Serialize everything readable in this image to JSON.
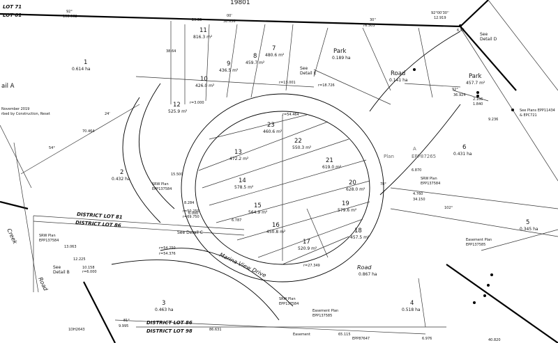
{
  "header": {
    "top_number": "19801",
    "lot71": "LOT 71",
    "lot81": "LOT 81",
    "top_dims": [
      "92°",
      "108.962",
      "00'",
      "38.636",
      "30''",
      "76.503",
      "92°00'30''",
      "12.919",
      "6.45"
    ]
  },
  "side_labels": {
    "ail_a": "ail A",
    "november": "November 2019",
    "disturbed": "rbed by Construction, Reset"
  },
  "lots": [
    {
      "num": "1",
      "area": "0.614 ha"
    },
    {
      "num": "2",
      "area": "0.432 ha"
    },
    {
      "num": "3",
      "area": "0.463 ha"
    },
    {
      "num": "4",
      "area": "0.518 ha"
    },
    {
      "num": "5",
      "area": "0.345 ha"
    },
    {
      "num": "6",
      "area": "0.431 ha"
    },
    {
      "num": "7",
      "area": "480.6 m²"
    },
    {
      "num": "8",
      "area": "459.7 m²"
    },
    {
      "num": "9",
      "area": "436.5 m²"
    },
    {
      "num": "10",
      "area": "426.0 m²"
    },
    {
      "num": "11",
      "area": "816.3 m²"
    },
    {
      "num": "12",
      "area": "525.9 m²"
    },
    {
      "num": "13",
      "area": "472.2 m²"
    },
    {
      "num": "14",
      "area": "578.5 m²"
    },
    {
      "num": "15",
      "area": "564.9 m²"
    },
    {
      "num": "16",
      "area": "450.8 m²"
    },
    {
      "num": "17",
      "area": "520.9 m²"
    },
    {
      "num": "18",
      "area": "457.5 m²"
    },
    {
      "num": "19",
      "area": "579.6 m²"
    },
    {
      "num": "20",
      "area": "628.0 m²"
    },
    {
      "num": "21",
      "area": "619.0 m²"
    },
    {
      "num": "22",
      "area": "550.3 m²"
    },
    {
      "num": "23",
      "area": "460.6 m²"
    }
  ],
  "parcels": {
    "park1": {
      "name": "Park",
      "area": "0.189 ha"
    },
    "park2": {
      "name": "Park",
      "area": "457.7 m²"
    },
    "road_top": {
      "name": "Road",
      "area": "0.141 ha"
    },
    "road_bottom": {
      "name": "Road",
      "area": "0.867 ha"
    },
    "plan_a": {
      "name": "Plan",
      "letter": "A",
      "number": "EPP87265"
    }
  },
  "details": {
    "d": "See\nDetail D",
    "e": "See\nDetail E",
    "c": "See Detail C",
    "b": "See\nDetail B"
  },
  "district": {
    "dl81_mid": "DISTRICT LOT 81",
    "dl86_mid": "DISTRICT LOT 86",
    "dl86_bottom": "DISTRICT LOT 86",
    "dl98_bottom": "DISTRICT LOT 98"
  },
  "streets": {
    "marina": "Marina View Drive",
    "creek": "Creek",
    "road": "Road"
  },
  "plans": {
    "srw1": "SRW Plan",
    "srw1_num": "EPP137584",
    "srw2": "SRW Plan",
    "srw2_num": "EPP137584",
    "srw3": "SRW Plan",
    "srw3_num": "EPP137584",
    "srw4": "SRW Plan",
    "srw4_num": "EPP137584",
    "easement1": "Easement Plan",
    "easement1_num": "EPP137585",
    "easement2": "Easement Plan",
    "easement2_num": "EPP137585",
    "easement3": "Easement",
    "easement3_num": "EPP87647",
    "see_plans": "See Plans EPP11434",
    "see_plans2": "& EPC721",
    "bottom_left": "1DH2643"
  },
  "dims": {
    "d1": "70.464",
    "d2": "54°",
    "d3": "24'",
    "d4": "38.64",
    "d5": "r=54.250",
    "d6": "r=54.376",
    "d7": "r=27.349",
    "d8": "r=18.726",
    "d9": "r=13.001",
    "d10": "r=3.000",
    "d11": "r=54.464",
    "d12": "r=50.250",
    "d13": "r=69.750",
    "d14": "6.787",
    "d15": "8.284",
    "d16": "6.000",
    "d17": "15.500",
    "d18": "6.870",
    "d19": "4.760",
    "d20": "34.150",
    "d21": "86.631",
    "d22": "65.115",
    "d23": "40.820",
    "d24": "6.976",
    "d25": "36.924",
    "d26": "9.236",
    "d27": "13.063",
    "d28": "12.225",
    "d29": "r=6.000",
    "d30": "10.158",
    "d31": "102°",
    "d32": "92°",
    "d33": "2.106",
    "d34": "1.840",
    "d35": "78°",
    "d36": "81°",
    "d37": "9.995",
    "d38": "29.33"
  }
}
